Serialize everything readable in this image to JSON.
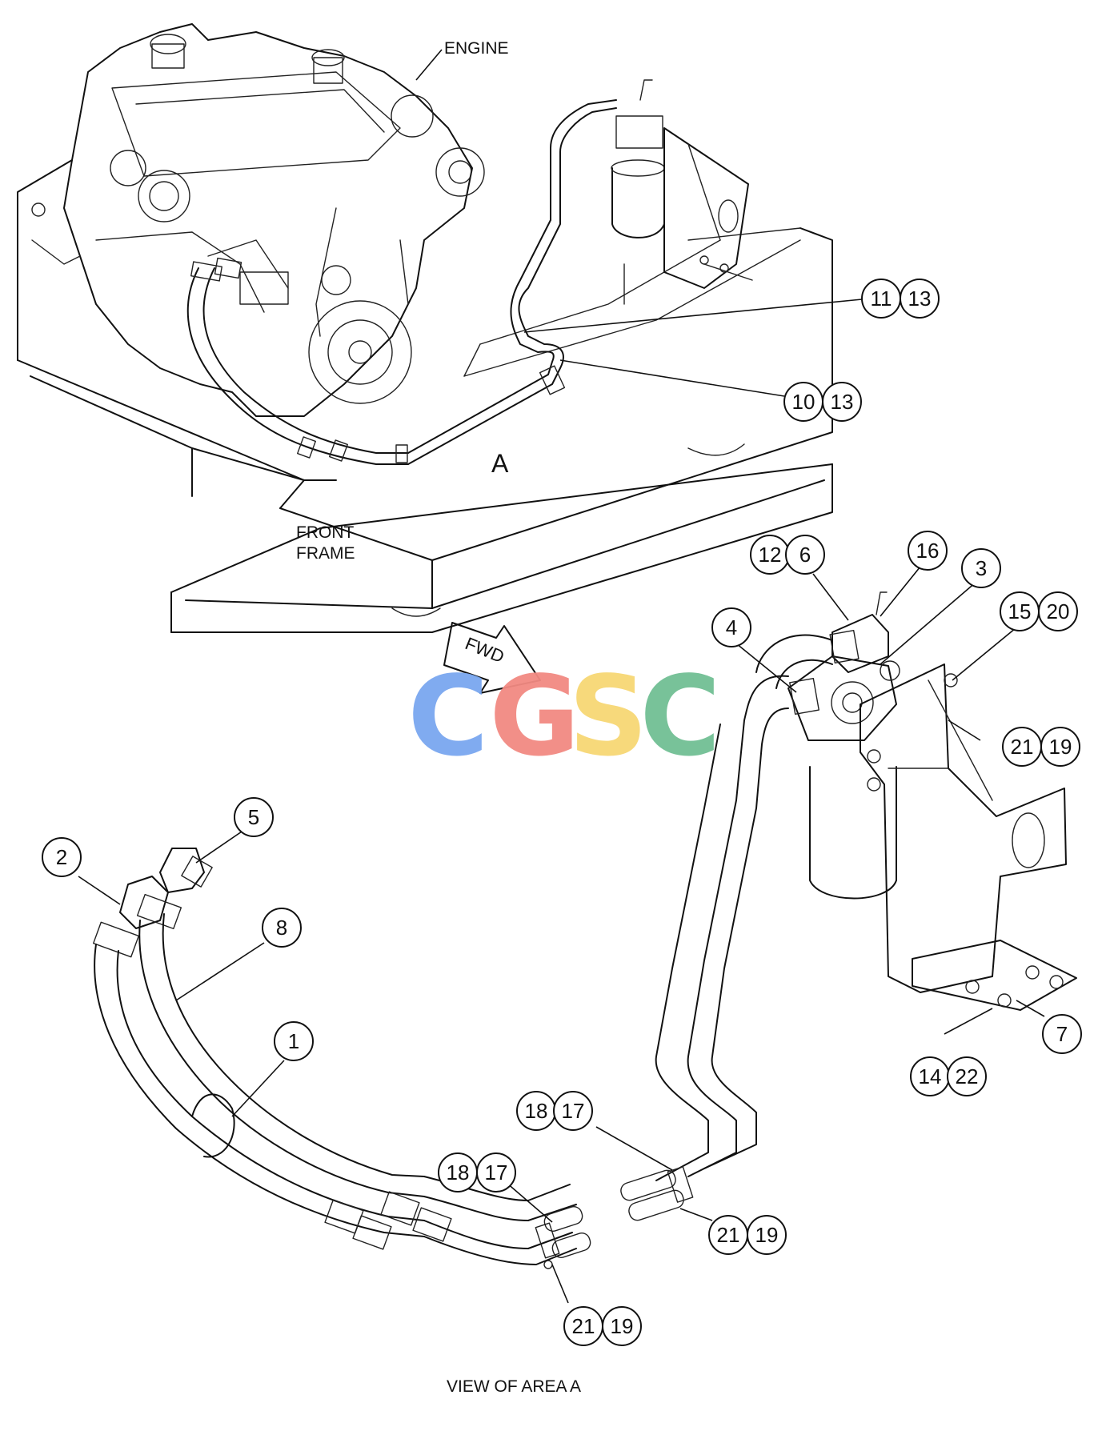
{
  "labels": {
    "engine": "ENGINE",
    "front_frame_1": "FRONT",
    "front_frame_2": "FRAME",
    "area": "A",
    "fwd": "FWD",
    "view_caption": "VIEW OF AREA A"
  },
  "watermark": {
    "letters": [
      "C",
      "G",
      "S",
      "C"
    ],
    "colors": [
      "#7aa7f0",
      "#f28a82",
      "#f7d774",
      "#71bf94"
    ]
  },
  "callouts": [
    "11",
    "13",
    "10",
    "13",
    "12",
    "6",
    "16",
    "3",
    "15",
    "20",
    "4",
    "21",
    "19",
    "5",
    "2",
    "8",
    "1",
    "7",
    "14",
    "22",
    "18",
    "17",
    "18",
    "17",
    "21",
    "19",
    "21",
    "19"
  ],
  "colors": {
    "ink": "#111111",
    "background": "#ffffff"
  }
}
